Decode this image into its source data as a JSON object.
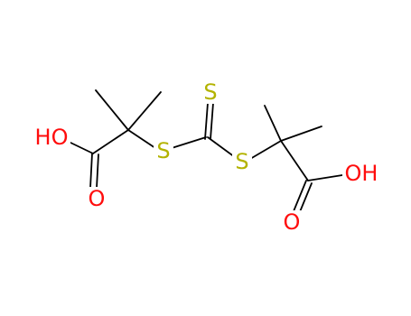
{
  "molecule": {
    "atoms": [
      {
        "label": "HO",
        "color": "#ff0d0d"
      },
      {
        "label": "O",
        "color": "#ff0d0d"
      },
      {
        "label": "S",
        "color": "#b3b300"
      },
      {
        "label": "S",
        "color": "#b3b300"
      },
      {
        "label": "S",
        "color": "#b3b300"
      },
      {
        "label": "O",
        "color": "#ff0d0d"
      },
      {
        "label": "OH",
        "color": "#ff0d0d"
      }
    ]
  }
}
